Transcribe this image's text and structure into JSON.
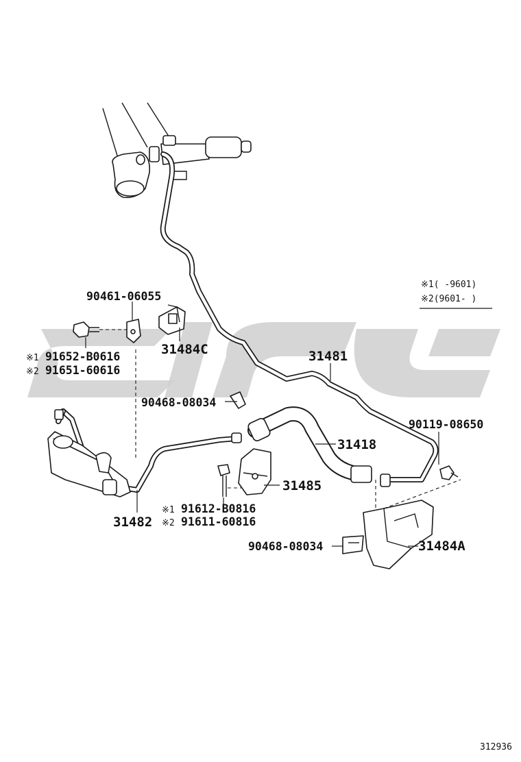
{
  "labels": {
    "p90461": "90461-06055",
    "p31484c": "31484C",
    "p91652": "91652-B0616",
    "p91651": "91651-60616",
    "p90468a": "90468-08034",
    "p31481": "31481",
    "p90119": "90119-08650",
    "p31418": "31418",
    "p31485": "31485",
    "p31482": "31482",
    "p91612": "91612-B0816",
    "p91611": "91611-60816",
    "p90468b": "90468-08034",
    "p31484a": "31484A"
  },
  "markers": {
    "m1": "※1",
    "m2": "※2"
  },
  "legend": {
    "line1": "※1(   -9601)",
    "line2": "※2(9601-   )"
  },
  "figure_id": "312936"
}
